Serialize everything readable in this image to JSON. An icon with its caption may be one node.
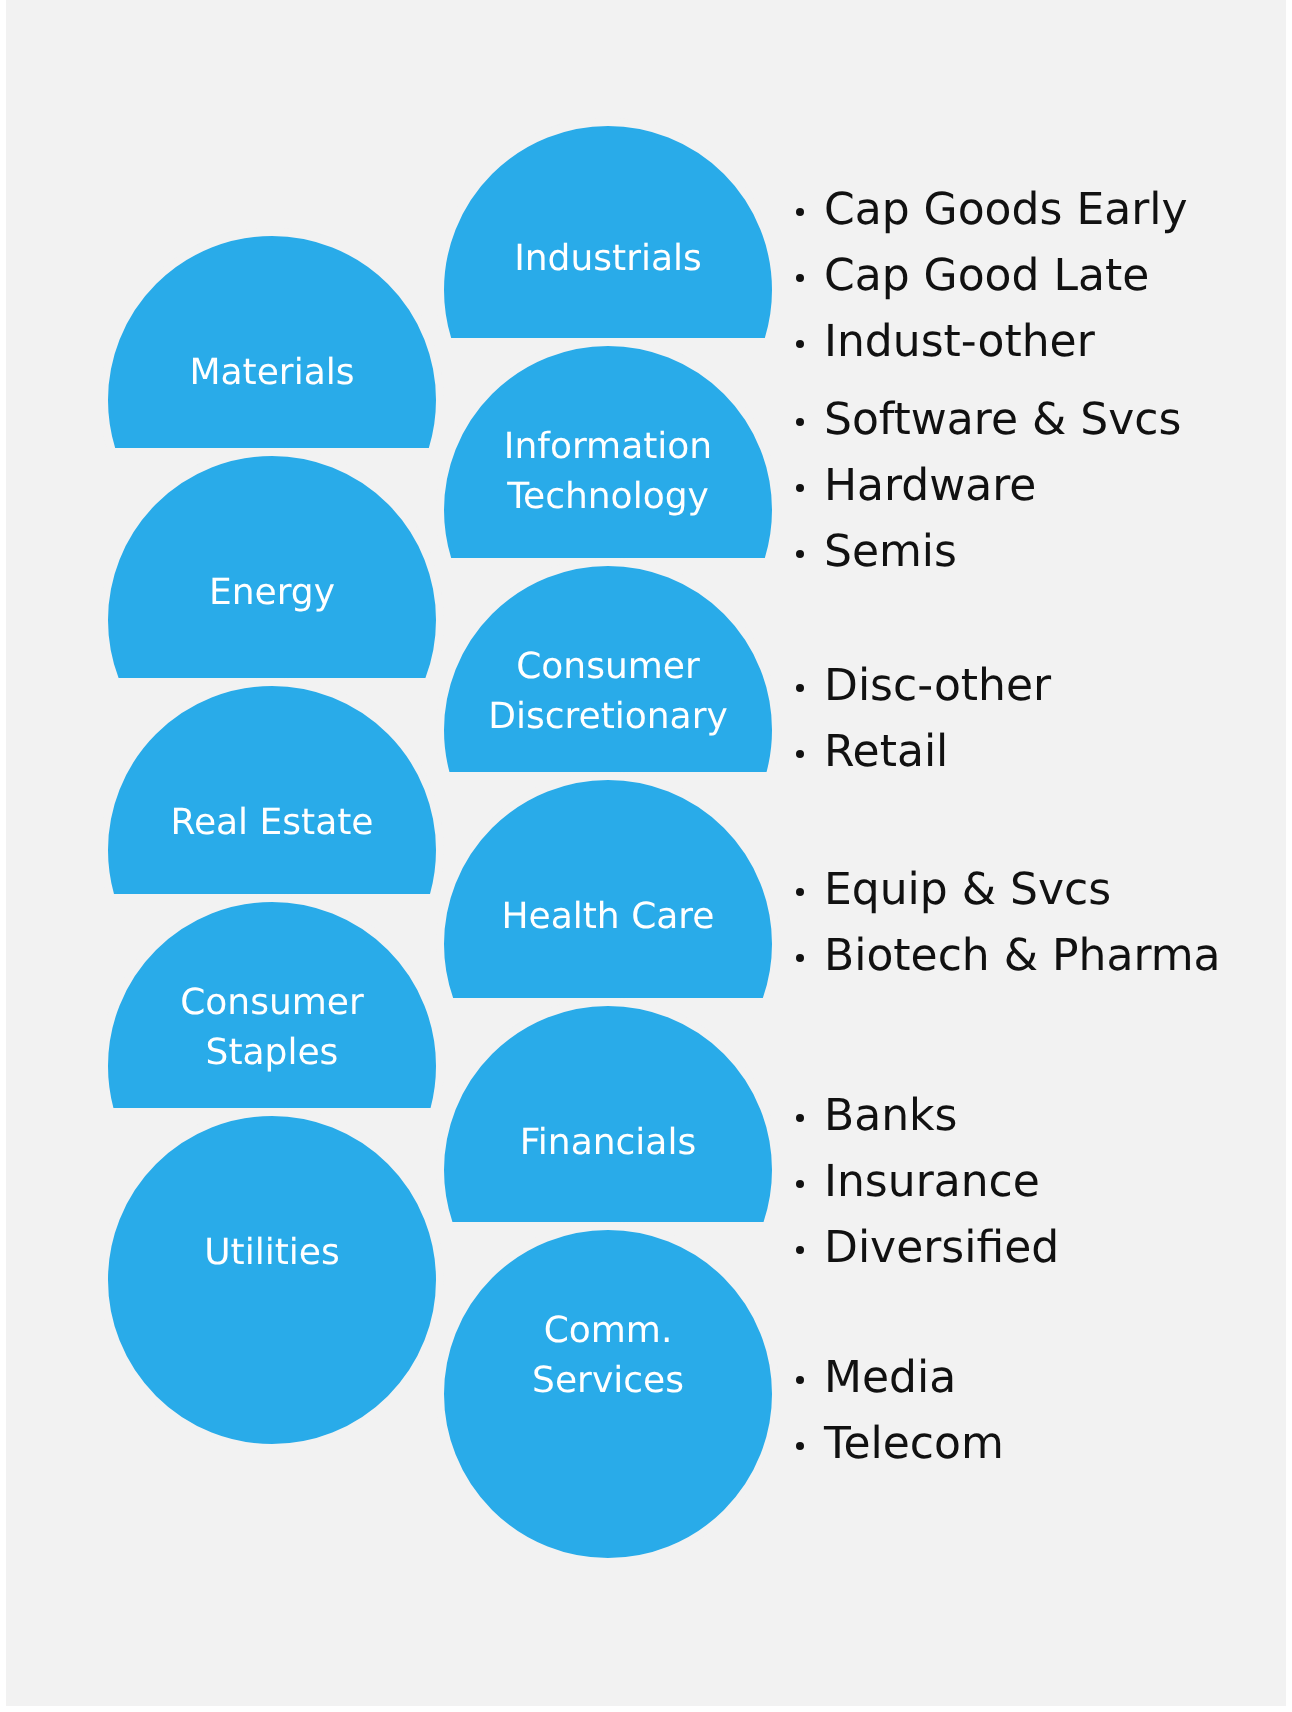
{
  "diagram": {
    "nodes": [
      {
        "text": [
          "Industrials"
        ],
        "beside": [
          "Cap Goods Early",
          "Cap Good Late",
          "Indust-other"
        ]
      },
      {
        "text": [
          "Materials"
        ]
      },
      {
        "text": [
          "Information Technology"
        ],
        "beside": [
          "Software & Svcs",
          "Hardware",
          "Semis"
        ]
      },
      {
        "text": [
          "Energy"
        ]
      },
      {
        "text": [
          "Consumer Discretionary"
        ],
        "beside": [
          "Disc-other",
          "Retail"
        ]
      },
      {
        "text": [
          "Real Estate"
        ]
      },
      {
        "text": [
          "Health Care"
        ],
        "beside": [
          "Equip & Svcs",
          "Biotech & Pharma"
        ]
      },
      {
        "text": [
          "Consumer Staples"
        ]
      },
      {
        "text": [
          "Financials"
        ],
        "beside": [
          "Banks",
          "Insurance",
          "Diversified"
        ]
      },
      {
        "text": [
          "Utilities"
        ]
      },
      {
        "text": [
          "Comm. Services"
        ],
        "beside": [
          "Media",
          "Telecom"
        ]
      }
    ]
  }
}
